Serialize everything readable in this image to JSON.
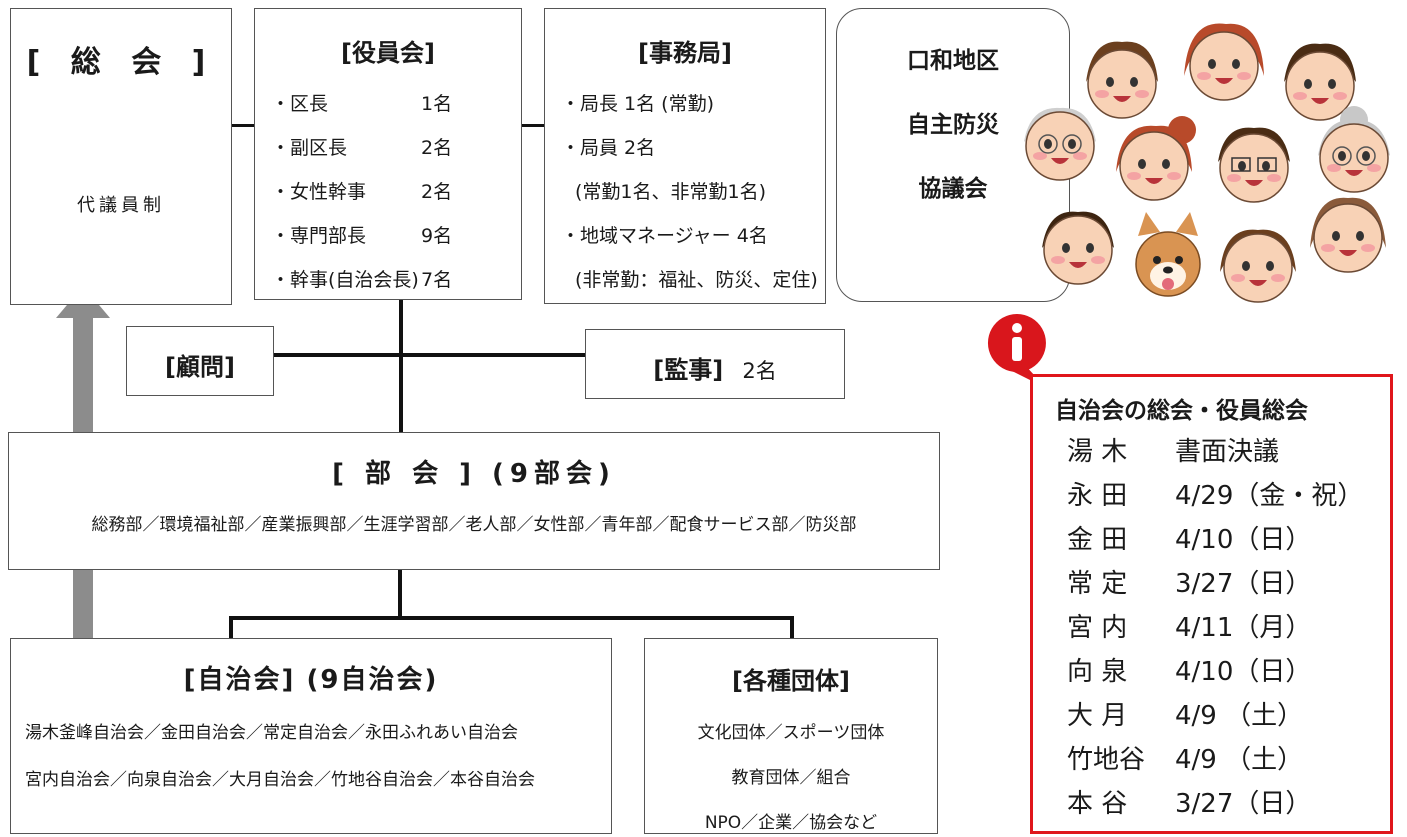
{
  "general_meeting": {
    "title": "[ 総 会 ]",
    "body": "代議員制"
  },
  "officers": {
    "title": "[役員会]",
    "rows": [
      {
        "role": "・区長",
        "count": "1名"
      },
      {
        "role": "・副区長",
        "count": "2名"
      },
      {
        "role": "・女性幹事",
        "count": "2名"
      },
      {
        "role": "・専門部長",
        "count": "9名"
      },
      {
        "role": "・幹事(自治会長)",
        "count": "7名"
      }
    ]
  },
  "secretariat": {
    "title": "[事務局]",
    "lines": [
      "・局長 1名 (常勤)",
      "・局員 2名",
      "(常勤1名、非常勤1名)",
      "・地域マネージャー 4名",
      "(非常勤：福祉、防災、定住)"
    ]
  },
  "council": {
    "lines": [
      "口和地区",
      "自主防災",
      "協議会"
    ]
  },
  "advisor": {
    "title": "[顧問]"
  },
  "auditor": {
    "title": "[監事]",
    "count": "2名"
  },
  "divisions": {
    "title": "[ 部 会 ] (9部会)",
    "list": "総務部／環境福祉部／産業振興部／生涯学習部／老人部／女性部／青年部／配食サービス部／防災部"
  },
  "neighborhood": {
    "title": "[自治会] (9自治会)",
    "line1": "湯木釜峰自治会／金田自治会／常定自治会／永田ふれあい自治会",
    "line2": "宮内自治会／向泉自治会／大月自治会／竹地谷自治会／本谷自治会"
  },
  "groups": {
    "title": "[各種団体]",
    "lines": [
      "文化団体／スポーツ団体",
      "教育団体／組合",
      "NPO／企業／協会など"
    ]
  },
  "info": {
    "icon": "info-icon",
    "title": "自治会の総会・役員総会",
    "rows": [
      {
        "name": "湯 木",
        "date": "書面決議"
      },
      {
        "name": "永 田",
        "date": "4/29（金・祝）"
      },
      {
        "name": "金 田",
        "date": "4/10（日）"
      },
      {
        "name": "常 定",
        "date": "3/27（日）"
      },
      {
        "name": "宮 内",
        "date": "4/11（月）"
      },
      {
        "name": "向 泉",
        "date": "4/10（日）"
      },
      {
        "name": "大 月",
        "date": "4/9 （土）"
      },
      {
        "name": "竹地谷",
        "date": "4/9 （土）"
      },
      {
        "name": "本 谷",
        "date": "3/27（日）"
      }
    ]
  },
  "colors": {
    "accent_red": "#e0161b",
    "arrow_gray": "#8c8c8c"
  }
}
